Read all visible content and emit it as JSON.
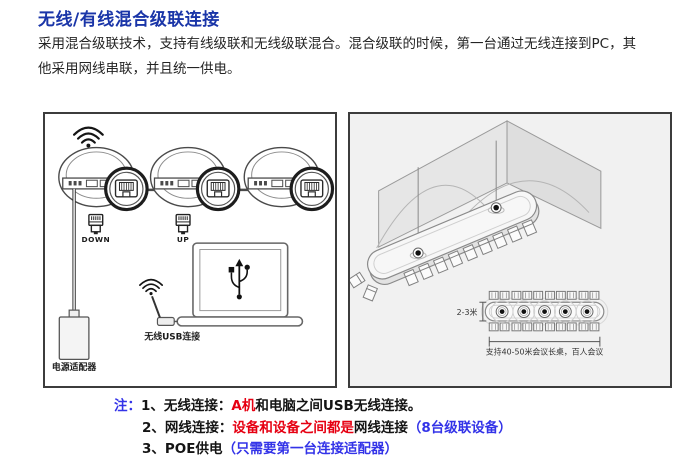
{
  "title": "无线/有线混合级联连接",
  "intro": "采用混合级联技术，支持有线级联和无线级联混合。混合级联的时候，第一台通过无线连接到PC，其他采用网线串联，并且统一供电。",
  "left_diagram": {
    "down_label": "DOWN",
    "up_label": "UP",
    "power_adapter_label": "电源适配器",
    "wireless_usb_label": "无线USB连接",
    "icons": [
      "wifi-icon",
      "rj45-port-icon",
      "rj45-plug-icon",
      "usb-icon"
    ]
  },
  "right_diagram": {
    "table_width_label": "2-3米",
    "capacity_label": "支持40-50米会议长桌，百人会议"
  },
  "notes": {
    "prefix": "注：",
    "items": [
      {
        "num": "1、",
        "label": "无线连接：",
        "highlight_red": "A机",
        "text": "和电脑之间USB无线连接。",
        "highlight_blue": ""
      },
      {
        "num": "2、",
        "label": "网线连接：",
        "highlight_red": "设备和设备之间都是",
        "text": "网线连接",
        "highlight_blue": "（8台级联设备）"
      },
      {
        "num": "3、",
        "label": "POE供电",
        "highlight_red": "",
        "text": "",
        "highlight_blue": "（只需要第一台连接适配器）"
      }
    ]
  },
  "colors": {
    "title_blue": "#1a35a8",
    "note_blue": "#3333e8",
    "note_red": "#e60012"
  }
}
